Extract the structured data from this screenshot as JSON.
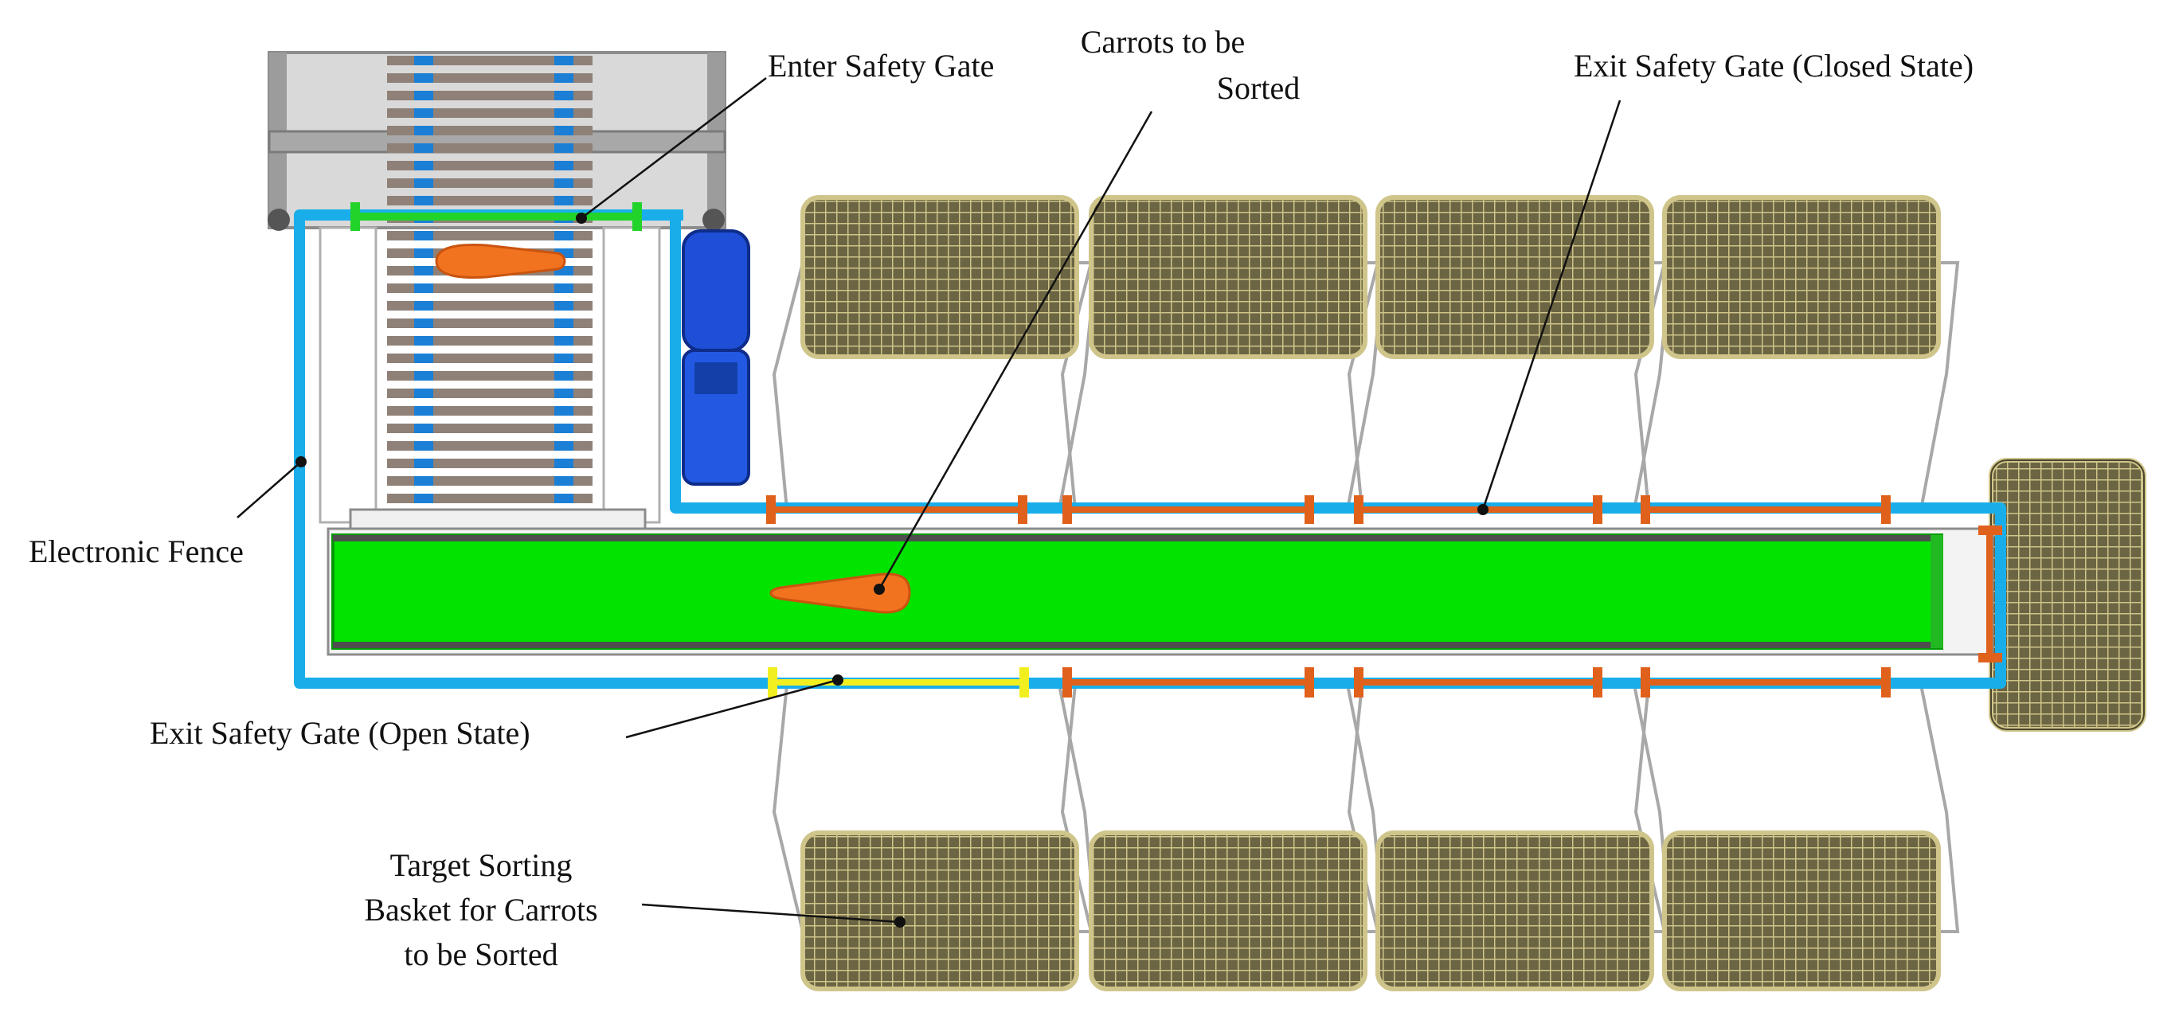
{
  "labels": {
    "enter_gate": "Enter Safety Gate",
    "carrots_line1": "Carrots to be",
    "carrots_line2": "Sorted",
    "exit_closed": "Exit Safety Gate (Closed State)",
    "fence": "Electronic Fence",
    "exit_open": "Exit Safety Gate (Open State)",
    "basket_line1": "Target Sorting",
    "basket_line2": "Basket for Carrots",
    "basket_line3": "to be Sorted"
  },
  "colors": {
    "fence": "#19aeea",
    "gate_closed": "#e0611c",
    "gate_open": "#f2ef20",
    "enter_gate": "#22d32a",
    "conveyor": "#00e400",
    "carrot": "#f2731f",
    "motor": "#1e4fd6",
    "basket": "#6b6543",
    "basket_mesh": "#c9bf7d",
    "frame": "#a8a8a8",
    "roller": "#8f8178",
    "roller_tab": "#1b7fd6"
  }
}
